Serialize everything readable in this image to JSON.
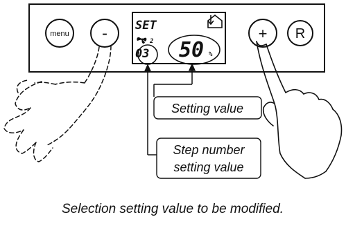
{
  "panel": {
    "buttons": {
      "menu_label": "menu",
      "minus_label": "-",
      "plus_label": "+",
      "reset_label": "R"
    },
    "display": {
      "set_label": "SET",
      "fan_mode": "2",
      "step_number": "03",
      "value": "50",
      "unit": "%"
    }
  },
  "callouts": {
    "setting_value": "Setting value",
    "step_line1": "Step number",
    "step_line2": "setting value"
  },
  "caption": "Selection setting value to be modified."
}
